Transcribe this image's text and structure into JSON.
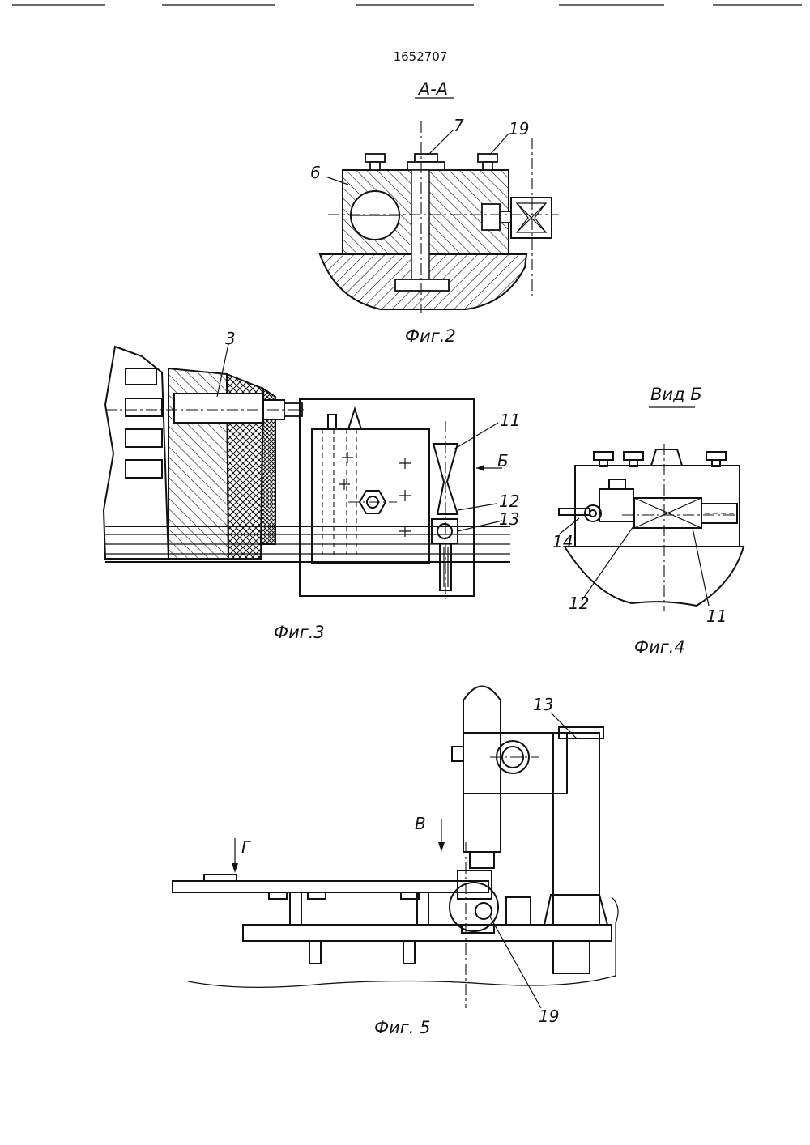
{
  "patent_number": "1652707",
  "section_title": "А-А",
  "view_title": "Вид Б",
  "arrow_b": "Б",
  "arrow_v": "В",
  "arrow_g": "Г",
  "figures": {
    "fig2": {
      "caption": "Фиг.2",
      "labels": {
        "l6": "6",
        "l7": "7",
        "l19": "19"
      }
    },
    "fig3": {
      "caption": "Фиг.3",
      "labels": {
        "l3": "3",
        "l11": "11",
        "l12": "12",
        "l13": "13"
      }
    },
    "fig4": {
      "caption": "Фиг.4",
      "labels": {
        "l14": "14",
        "l12": "12",
        "l11": "11"
      }
    },
    "fig5": {
      "caption": "Фиг. 5",
      "labels": {
        "l13": "13",
        "l19": "19"
      }
    }
  }
}
